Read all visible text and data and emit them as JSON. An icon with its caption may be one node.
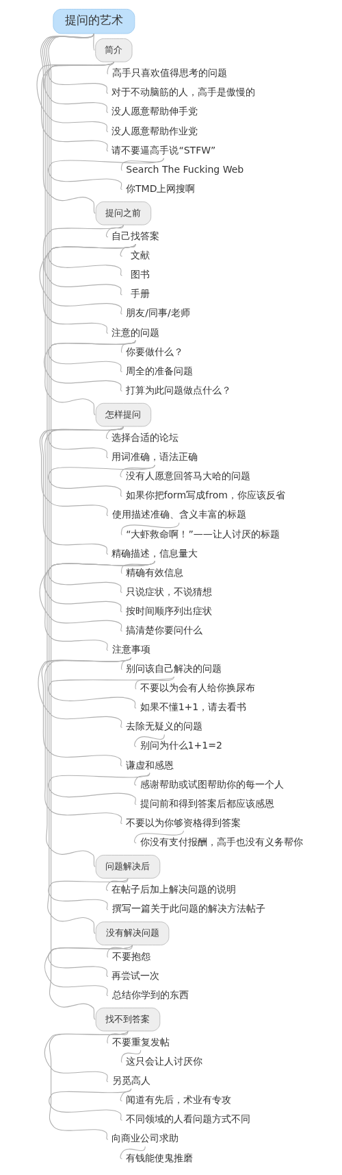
{
  "diagram": {
    "nodes": [
      {
        "text": [
          "提问的艺术"
        ]
      },
      {
        "text": [
          "简介"
        ]
      },
      {
        "text": [
          "高手只喜欢值得思考的问题"
        ]
      },
      {
        "text": [
          "对于不动脑筋的人，高手是傲慢的"
        ]
      },
      {
        "text": [
          "没人愿意帮助伸手党"
        ]
      },
      {
        "text": [
          "没人愿意帮助作业党"
        ]
      },
      {
        "text": [
          "请不要逼高手说“STFW”"
        ]
      },
      {
        "text": [
          "Search The Fucking Web"
        ]
      },
      {
        "text": [
          "你TMD上网搜啊"
        ]
      },
      {
        "text": [
          "提问之前"
        ]
      },
      {
        "text": [
          "自己找答案"
        ]
      },
      {
        "text": [
          "文献"
        ]
      },
      {
        "text": [
          "图书"
        ]
      },
      {
        "text": [
          "手册"
        ]
      },
      {
        "text": [
          "朋友/同事/老师"
        ]
      },
      {
        "text": [
          "注意的问题"
        ]
      },
      {
        "text": [
          "你要做什么？"
        ]
      },
      {
        "text": [
          "周全的准备问题"
        ]
      },
      {
        "text": [
          "打算为此问题做点什么？"
        ]
      },
      {
        "text": [
          "怎样提问"
        ]
      },
      {
        "text": [
          "选择合适的论坛"
        ]
      },
      {
        "text": [
          "用词准确，语法正确"
        ]
      },
      {
        "text": [
          "没有人愿意回答马大哈的问题"
        ]
      },
      {
        "text": [
          "如果你把form写成from，你应该反省"
        ]
      },
      {
        "text": [
          "使用描述准确、含义丰富的标题"
        ]
      },
      {
        "text": [
          "“大虾救命啊！”——让人讨厌的标题"
        ]
      },
      {
        "text": [
          "精确描述，信息量大"
        ]
      },
      {
        "text": [
          "精确有效信息"
        ]
      },
      {
        "text": [
          "只说症状，不说猜想"
        ]
      },
      {
        "text": [
          "按时间顺序列出症状"
        ]
      },
      {
        "text": [
          "搞清楚你要问什么"
        ]
      },
      {
        "text": [
          "注意事项"
        ]
      },
      {
        "text": [
          "别问该自己解决的问题"
        ]
      },
      {
        "text": [
          "不要以为会有人给你换尿布"
        ]
      },
      {
        "text": [
          "如果不懂1+1，请去看书"
        ]
      },
      {
        "text": [
          "去除无疑义的问题"
        ]
      },
      {
        "text": [
          "别问为什么1+1=2"
        ]
      },
      {
        "text": [
          "谦虚和感恩"
        ]
      },
      {
        "text": [
          "感谢帮助或试图帮助你的每一个人"
        ]
      },
      {
        "text": [
          "提问前和得到答案后都应该感恩"
        ]
      },
      {
        "text": [
          "不要以为你够资格得到答案"
        ]
      },
      {
        "text": [
          "你没有支付报酬，高手也没有义务帮你"
        ]
      },
      {
        "text": [
          "问题解决后"
        ]
      },
      {
        "text": [
          "在帖子后加上解决问题的说明"
        ]
      },
      {
        "text": [
          "撰写一篇关于此问题的解决方法帖子"
        ]
      },
      {
        "text": [
          "没有解决问题"
        ]
      },
      {
        "text": [
          "不要抱怨"
        ]
      },
      {
        "text": [
          "再尝试一次"
        ]
      },
      {
        "text": [
          "总结你学到的东西"
        ]
      },
      {
        "text": [
          "找不到答案"
        ]
      },
      {
        "text": [
          "不要重复发帖"
        ]
      },
      {
        "text": [
          "这只会让人讨厌你"
        ]
      },
      {
        "text": [
          "另觅高人"
        ]
      },
      {
        "text": [
          "闻道有先后，术业有专攻"
        ]
      },
      {
        "text": [
          "不同领域的人看问题方式不同"
        ]
      },
      {
        "text": [
          "向商业公司求助"
        ]
      },
      {
        "text": [
          "有钱能使鬼推磨"
        ]
      }
    ],
    "edges": [
      {
        "from": 0,
        "to": 1,
        "arrow": "none"
      },
      {
        "from": 1,
        "to": 2,
        "arrow": "none"
      },
      {
        "from": 1,
        "to": 3,
        "arrow": "none"
      },
      {
        "from": 1,
        "to": 4,
        "arrow": "none"
      },
      {
        "from": 1,
        "to": 5,
        "arrow": "none"
      },
      {
        "from": 1,
        "to": 6,
        "arrow": "none"
      },
      {
        "from": 6,
        "to": 7,
        "arrow": "none"
      },
      {
        "from": 6,
        "to": 8,
        "arrow": "none"
      },
      {
        "from": 0,
        "to": 9,
        "arrow": "none"
      },
      {
        "from": 9,
        "to": 10,
        "arrow": "none"
      },
      {
        "from": 10,
        "to": 11,
        "arrow": "none"
      },
      {
        "from": 10,
        "to": 12,
        "arrow": "none"
      },
      {
        "from": 10,
        "to": 13,
        "arrow": "none"
      },
      {
        "from": 10,
        "to": 14,
        "arrow": "none"
      },
      {
        "from": 9,
        "to": 15,
        "arrow": "none"
      },
      {
        "from": 15,
        "to": 16,
        "arrow": "none"
      },
      {
        "from": 15,
        "to": 17,
        "arrow": "none"
      },
      {
        "from": 15,
        "to": 18,
        "arrow": "none"
      },
      {
        "from": 0,
        "to": 19,
        "arrow": "none"
      },
      {
        "from": 19,
        "to": 20,
        "arrow": "none"
      },
      {
        "from": 19,
        "to": 21,
        "arrow": "none"
      },
      {
        "from": 21,
        "to": 22,
        "arrow": "none"
      },
      {
        "from": 21,
        "to": 23,
        "arrow": "none"
      },
      {
        "from": 19,
        "to": 24,
        "arrow": "none"
      },
      {
        "from": 24,
        "to": 25,
        "arrow": "none"
      },
      {
        "from": 19,
        "to": 26,
        "arrow": "none"
      },
      {
        "from": 26,
        "to": 27,
        "arrow": "none"
      },
      {
        "from": 26,
        "to": 28,
        "arrow": "none"
      },
      {
        "from": 26,
        "to": 29,
        "arrow": "none"
      },
      {
        "from": 26,
        "to": 30,
        "arrow": "none"
      },
      {
        "from": 19,
        "to": 31,
        "arrow": "none"
      },
      {
        "from": 31,
        "to": 32,
        "arrow": "none"
      },
      {
        "from": 32,
        "to": 33,
        "arrow": "none"
      },
      {
        "from": 32,
        "to": 34,
        "arrow": "none"
      },
      {
        "from": 31,
        "to": 35,
        "arrow": "none"
      },
      {
        "from": 35,
        "to": 36,
        "arrow": "none"
      },
      {
        "from": 31,
        "to": 37,
        "arrow": "none"
      },
      {
        "from": 37,
        "to": 38,
        "arrow": "none"
      },
      {
        "from": 37,
        "to": 39,
        "arrow": "none"
      },
      {
        "from": 31,
        "to": 40,
        "arrow": "none"
      },
      {
        "from": 40,
        "to": 41,
        "arrow": "none"
      },
      {
        "from": 0,
        "to": 42,
        "arrow": "none"
      },
      {
        "from": 42,
        "to": 43,
        "arrow": "none"
      },
      {
        "from": 42,
        "to": 44,
        "arrow": "none"
      },
      {
        "from": 0,
        "to": 45,
        "arrow": "none"
      },
      {
        "from": 45,
        "to": 46,
        "arrow": "none"
      },
      {
        "from": 45,
        "to": 47,
        "arrow": "none"
      },
      {
        "from": 45,
        "to": 48,
        "arrow": "none"
      },
      {
        "from": 0,
        "to": 49,
        "arrow": "none"
      },
      {
        "from": 49,
        "to": 50,
        "arrow": "none"
      },
      {
        "from": 50,
        "to": 51,
        "arrow": "none"
      },
      {
        "from": 49,
        "to": 52,
        "arrow": "none"
      },
      {
        "from": 52,
        "to": 53,
        "arrow": "none"
      },
      {
        "from": 52,
        "to": 54,
        "arrow": "none"
      },
      {
        "from": 49,
        "to": 55,
        "arrow": "none"
      },
      {
        "from": 55,
        "to": 56,
        "arrow": "none"
      }
    ]
  }
}
